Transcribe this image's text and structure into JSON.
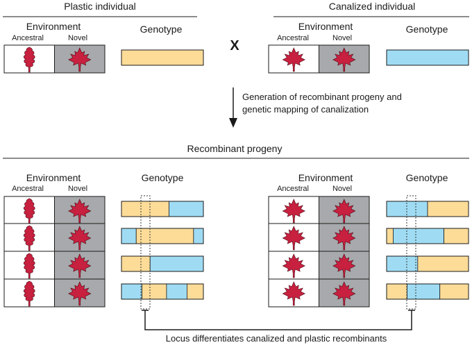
{
  "headers": {
    "plastic": "Plastic individual",
    "canalized": "Canalized individual",
    "progeny": "Recombinant progeny"
  },
  "labels": {
    "environment": "Environment",
    "ancestral": "Ancestral",
    "novel": "Novel",
    "genotype": "Genotype",
    "cross": "X"
  },
  "notes": {
    "arrow_line1": "Generation of recombinant progeny and",
    "arrow_line2": "genetic mapping of canalization",
    "bottom": "Locus differentiates canalized and plastic recombinants"
  },
  "colors": {
    "orange": "#fddc98",
    "blue": "#9fdcf4",
    "gray": "#a7a9ac",
    "leaf": "#c8203f"
  },
  "icons": {
    "ancestral_plastic": "oak-leaf-icon",
    "novel": "maple-leaf-icon"
  },
  "parents": [
    {
      "id": "plastic",
      "ancestral_leaf": "oak-leaf-icon",
      "genotype": [
        {
          "allele": "orange",
          "fraction": 1.0
        }
      ]
    },
    {
      "id": "canalized",
      "ancestral_leaf": "maple-leaf-icon",
      "genotype": [
        {
          "allele": "blue",
          "fraction": 1.0
        }
      ]
    }
  ],
  "progeny": {
    "plastic": [
      [
        {
          "allele": "orange",
          "fraction": 0.58
        },
        {
          "allele": "blue",
          "fraction": 0.42
        }
      ],
      [
        {
          "allele": "blue",
          "fraction": 0.18
        },
        {
          "allele": "orange",
          "fraction": 0.7
        },
        {
          "allele": "blue",
          "fraction": 0.12
        }
      ],
      [
        {
          "allele": "orange",
          "fraction": 0.35
        },
        {
          "allele": "blue",
          "fraction": 0.65
        }
      ],
      [
        {
          "allele": "blue",
          "fraction": 0.25
        },
        {
          "allele": "orange",
          "fraction": 0.3
        },
        {
          "allele": "blue",
          "fraction": 0.25
        },
        {
          "allele": "orange",
          "fraction": 0.2
        }
      ]
    ],
    "canalized": [
      [
        {
          "allele": "blue",
          "fraction": 0.5
        },
        {
          "allele": "orange",
          "fraction": 0.5
        }
      ],
      [
        {
          "allele": "orange",
          "fraction": 0.08
        },
        {
          "allele": "blue",
          "fraction": 0.62
        },
        {
          "allele": "orange",
          "fraction": 0.3
        }
      ],
      [
        {
          "allele": "blue",
          "fraction": 0.38
        },
        {
          "allele": "orange",
          "fraction": 0.62
        }
      ],
      [
        {
          "allele": "orange",
          "fraction": 0.25
        },
        {
          "allele": "blue",
          "fraction": 0.4
        },
        {
          "allele": "orange",
          "fraction": 0.35
        }
      ]
    ]
  }
}
